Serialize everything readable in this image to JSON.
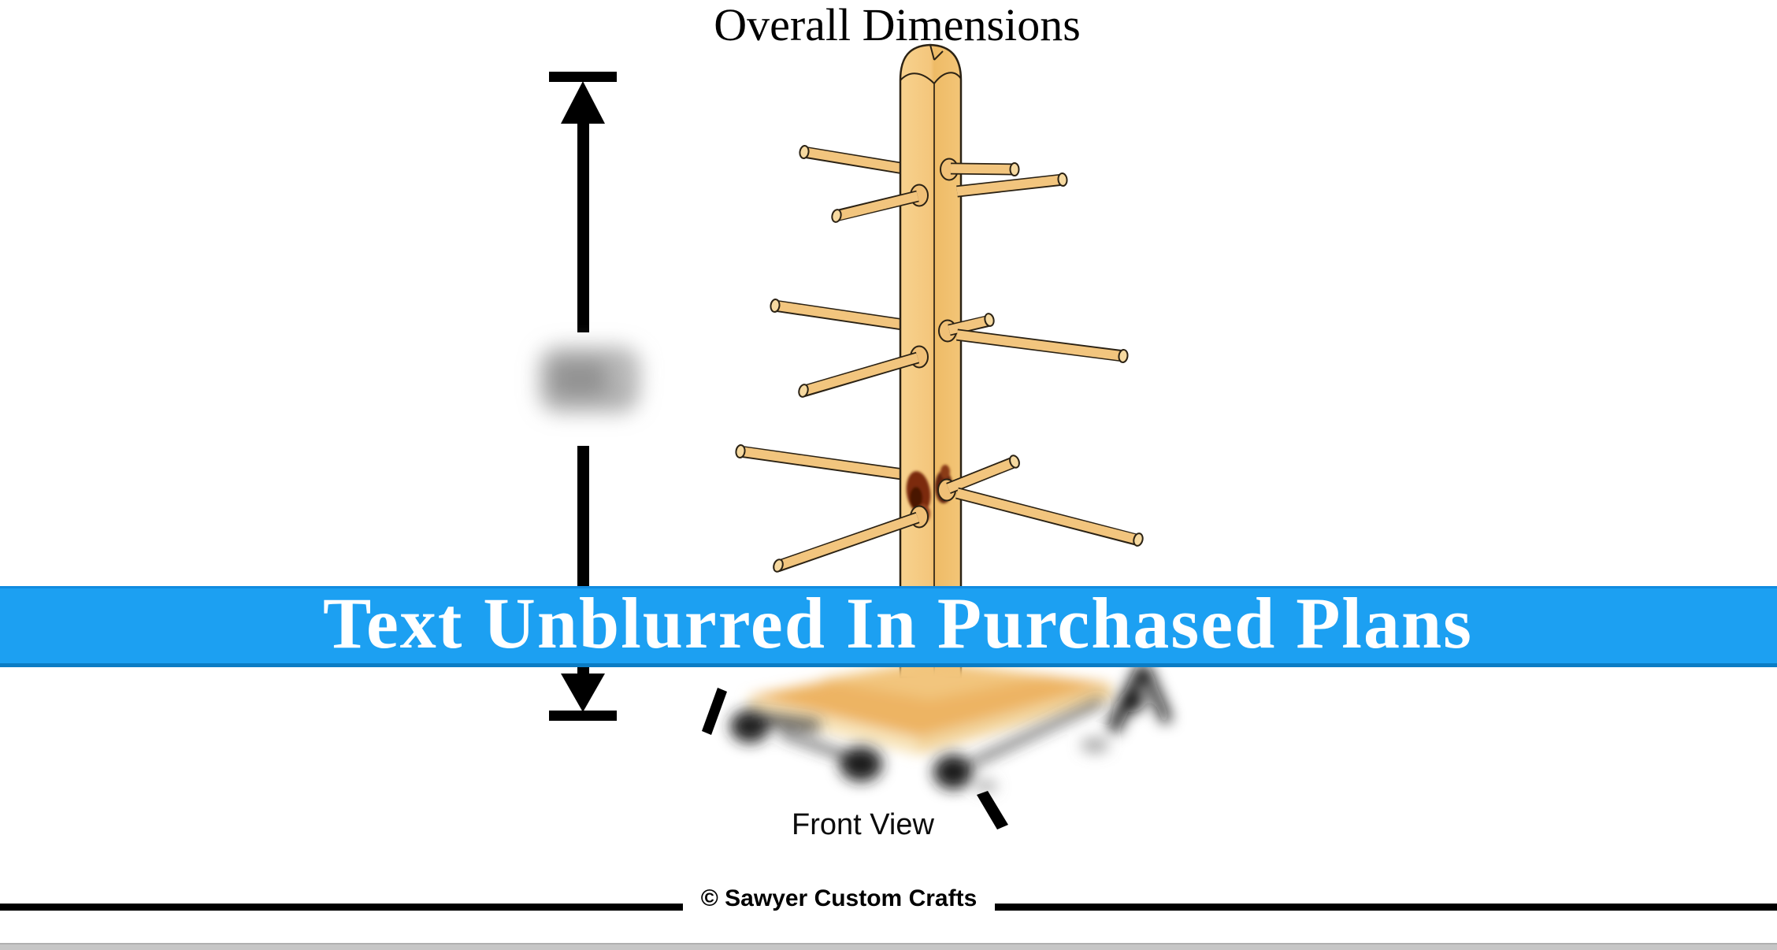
{
  "title": "Overall Dimensions",
  "banner": {
    "text": "Text Unblurred In Purchased Plans"
  },
  "figure": {
    "view_label": "Front View"
  },
  "footer": {
    "copyright": "© Sawyer Custom Crafts"
  },
  "colors": {
    "banner_blue": "#1CA0F2",
    "banner_blue_edge": "#0B7CC4",
    "banner_blue_edge_top": "#118BE0",
    "wood": "#F2C377",
    "wood_light": "#F7D795",
    "wood_outline": "#2B2214",
    "knot_brown": "#5F1F0A",
    "dimension_black": "#000000",
    "scrollbar_gray": "#C6C6C6"
  }
}
